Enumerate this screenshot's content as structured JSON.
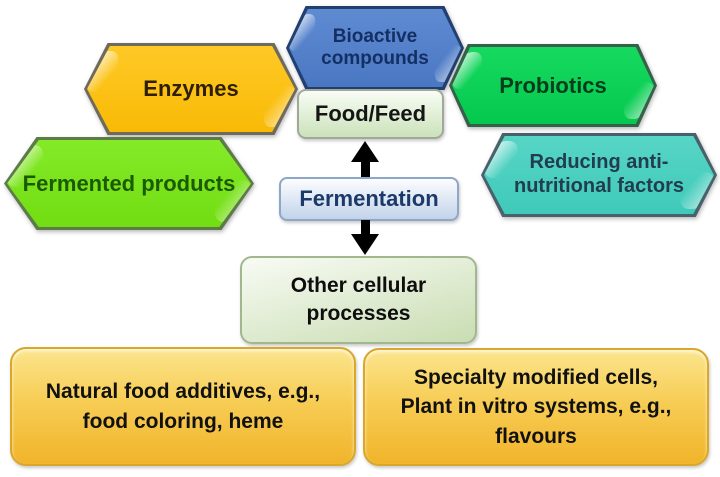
{
  "background": "#ffffff",
  "nodes": {
    "bioactive_compounds": {
      "lines": [
        "Bioactive",
        "compounds"
      ],
      "shape": "hexagon",
      "fill": "#4e7dc7",
      "border": "#22406f",
      "text_color": "#142f63"
    },
    "enzymes": {
      "label": "Enzymes",
      "shape": "hexagon",
      "fill": "#fcc011",
      "border": "#6f6a5c",
      "text_color": "#2e1f00"
    },
    "probiotics": {
      "label": "Probiotics",
      "shape": "hexagon",
      "fill": "#0bd156",
      "border": "#35604a",
      "text_color": "#043d1c"
    },
    "fermented_products": {
      "label": "Fermented products",
      "shape": "hexagon",
      "fill": "#7be41d",
      "border": "#5d7a49",
      "text_color": "#1c5a00"
    },
    "reducing_antinutritional": {
      "lines": [
        "Reducing anti-",
        "nutritional factors"
      ],
      "shape": "hexagon",
      "fill": "#49cfc0",
      "border": "#48616a",
      "text_color": "#223c50"
    },
    "food_feed": {
      "label": "Food/Feed",
      "shape": "rounded-rect",
      "fill_top": "#f9fdf5",
      "fill_bottom": "#cbe2ba",
      "border": "#a0a89b",
      "text_color": "#151515"
    },
    "fermentation": {
      "label": "Fermentation",
      "shape": "rounded-rect",
      "fill_top": "#fcfdff",
      "fill_bottom": "#c2d3ea",
      "border": "#8fa7c6",
      "text_color": "#1b3a69"
    },
    "other_cellular_processes": {
      "lines": [
        "Other cellular",
        "processes"
      ],
      "shape": "rounded-rect",
      "fill_top": "#f8fbf4",
      "fill_bottom": "#c9ddb2",
      "border": "#a3b78f",
      "text_color": "#0e0e0e"
    },
    "natural_food_additives": {
      "lines": [
        "Natural food additives, e.g.,",
        "food coloring, heme"
      ],
      "shape": "rounded-rect",
      "fill_top": "#fbe58d",
      "fill_bottom": "#f1b42a",
      "border": "#d9a82b",
      "text_color": "#111111"
    },
    "specialty_modified_cells": {
      "lines": [
        "Specialty modified cells,",
        "Plant in vitro systems, e.g.,",
        "flavours"
      ],
      "shape": "rounded-rect",
      "fill_top": "#fbe58d",
      "fill_bottom": "#f1b42a",
      "border": "#d9a82b",
      "text_color": "#111111"
    }
  },
  "arrows": {
    "up": {
      "from": "fermentation",
      "to": "food_feed",
      "direction": "up",
      "color": "#000000"
    },
    "down": {
      "from": "fermentation",
      "to": "other_cellular_processes",
      "direction": "down",
      "color": "#000000"
    }
  }
}
